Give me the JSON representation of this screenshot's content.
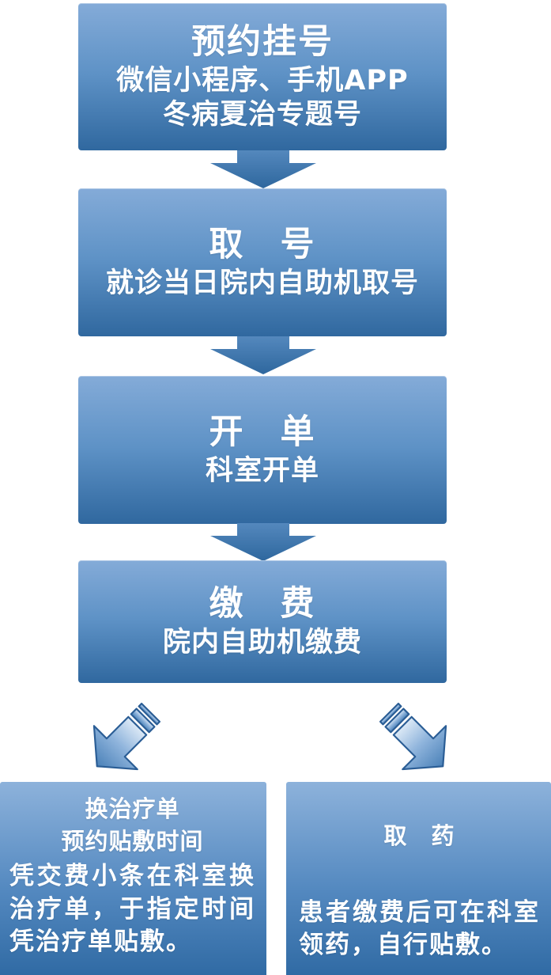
{
  "flow": {
    "steps": [
      {
        "title": "预约挂号",
        "lines": [
          "微信小程序、手机APP",
          "冬病夏治专题号"
        ]
      },
      {
        "title": "取　号",
        "lines": [
          "就诊当日院内自助机取号"
        ]
      },
      {
        "title": "开　单",
        "lines": [
          "科室开单"
        ]
      },
      {
        "title": "缴　费",
        "lines": [
          "院内自助机缴费"
        ]
      }
    ],
    "outcomes": [
      {
        "title_line1": "换治疗单",
        "title_line2": "预约贴敷时间",
        "body": "凭交费小条在科室换治疗单，于指定时间凭治疗单贴敷。"
      },
      {
        "title": "取　药",
        "body": "患者缴费后可在科室领药，自行贴敷。"
      }
    ]
  },
  "icons": {
    "connector": "down-arrow-icon",
    "branch_left": "bent-arrow-down-left-icon",
    "branch_right": "bent-arrow-down-right-icon"
  },
  "colors": {
    "background": "#ffffff",
    "text": "#ffffff",
    "box_gradient_top": "#84abd8",
    "box_gradient_mid": "#5e92c6",
    "box_gradient_bottom": "#30689f",
    "outcome_gradient_top": "#8db2db",
    "outcome_gradient_mid": "#5489c0",
    "outcome_gradient_bottom": "#2b66a0",
    "down_arrow_top": "#5488bd",
    "down_arrow_bottom": "#2e679e",
    "bent_arrow_light": "#dce9f6",
    "bent_arrow_dark": "#4a81b8",
    "bent_arrow_stroke": "#2a5d95"
  }
}
